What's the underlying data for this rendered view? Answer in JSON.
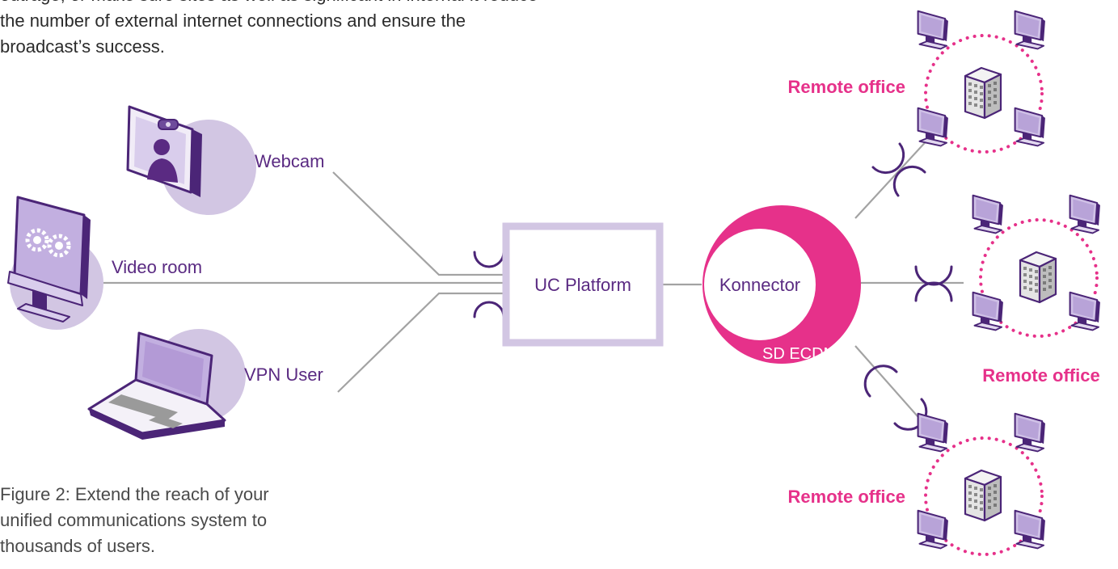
{
  "intro_text": {
    "line1": "outrage, or make sure sites as well as significant in internal it reduce",
    "line2": "the number of external internet connections and ensure the",
    "line3": "broadcast’s success."
  },
  "caption": {
    "line1": "Figure 2: Extend the reach of your",
    "line2": "unified communications system to",
    "line3": "thousands of users."
  },
  "sources": {
    "webcam": "Webcam",
    "video_room": "Video room",
    "vpn_user": "VPN User"
  },
  "platform": {
    "label": "UC Platform"
  },
  "konnector": {
    "label": "Konnector",
    "sub_label": "SD ECDN"
  },
  "remote_offices": {
    "top": "Remote office",
    "middle": "Remote office",
    "bottom": "Remote office"
  },
  "colors": {
    "accent_pink": "#e6318a",
    "purple_text": "#5a2a82",
    "lavender": "#d2c6e3",
    "line_gray": "#a3a3a3",
    "dark_purple": "#4b2577",
    "screen_purple": "#b8a3d8"
  },
  "icons": [
    "webcam-icon",
    "monitor-gear-icon",
    "laptop-icon",
    "building-icon",
    "computer-icon"
  ]
}
